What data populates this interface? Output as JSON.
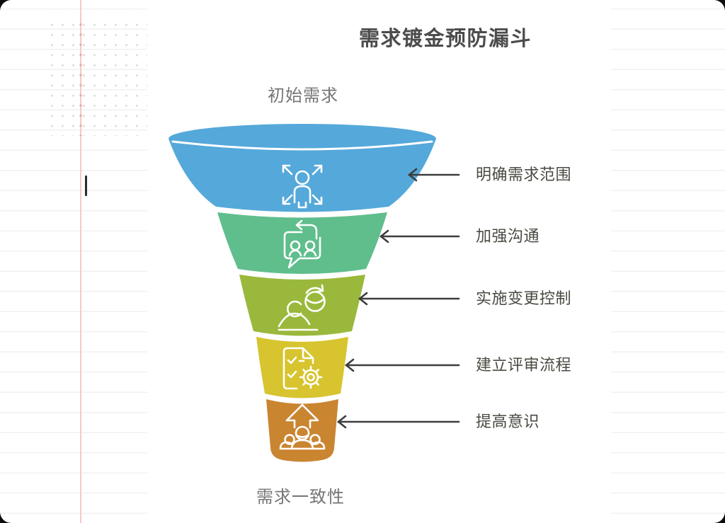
{
  "header": {
    "title": "需求镀金预防漏斗"
  },
  "funnel": {
    "top_label": "初始需求",
    "bottom_label": "需求一致性",
    "stages": [
      {
        "label": "明确需求范围",
        "color": "#55a8da",
        "icon": "expand-person-icon"
      },
      {
        "label": "加强沟通",
        "color": "#5fbe8c",
        "icon": "communication-bubble-icon"
      },
      {
        "label": "实施变更控制",
        "color": "#9ab93c",
        "icon": "change-control-globe-icon"
      },
      {
        "label": "建立评审流程",
        "color": "#d7c42e",
        "icon": "checklist-gear-icon"
      },
      {
        "label": "提高意识",
        "color": "#ca8531",
        "icon": "awareness-people-icon"
      }
    ]
  },
  "colors": {
    "arrow": "#3d3d3d",
    "icon_stroke": "#ffffff",
    "title_text": "#4c4c4c",
    "stage_label_text": "#4a4a42",
    "endpoint_label_text": "#757575",
    "notebook_line": "#f1f1f1",
    "margin_line": "#f6c9c2",
    "dot_grid": "#dcdcdc",
    "canvas": "#ffffff"
  }
}
